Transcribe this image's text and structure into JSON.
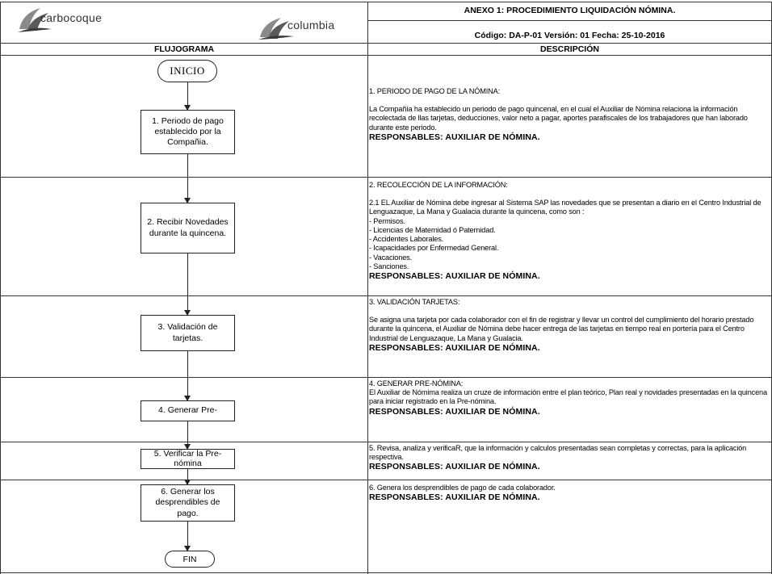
{
  "header": {
    "logo_left": "carbocoque",
    "logo_right": "columbia",
    "title": "ANEXO 1: PROCEDIMIENTO LIQUIDACIÓN NÓMINA.",
    "code": "Código: DA-P-01 Versión: 01 Fecha: 25-10-2016",
    "col_flow": "FLUJOGRAMA",
    "col_desc": "DESCRIPCIÓN"
  },
  "flow": {
    "start": "INICIO",
    "end": "FIN",
    "steps": [
      "1. Periodo de pago establecido por la Compañia.",
      "2. Recibir Novedades durante la quincena.",
      "3. Validación de tarjetas.",
      "4. Generar Pre-",
      "5. Verificar la  Pre-nómina",
      "6. Generar los desprendibles de pago."
    ]
  },
  "sections": [
    {
      "title": "1. PERIODO DE PAGO DE LA NÓMINA:",
      "body": "La Compañía ha establecido un periodo de pago quincenal, en el cual el Auxiliar de Nómina relaciona la información recolectada de llas tarjetas, deducciones, valor neto a pagar, aportes parafiscales de los trabajadores que han laborado durante este periodo.",
      "responsables": "RESPONSABLES:  AUXILIAR DE NÓMINA."
    },
    {
      "title": "2. RECOLECCIÓN DE LA INFORMACIÓN:",
      "body": "2.1 EL Auxiliar de Nómina debe ingresar al Sistema SAP las novedades  que se presentan a diario en el Centro Industrial de Lenguazaque, La Mana y Gualacia durante la quincena, como son :",
      "list": [
        "- Permisos.",
        "- Licencias de Maternidad ó Paternidad.",
        "- Accidentes Laborales.",
        "- Icapacidades por Enfermedad General.",
        "- Vacaciones.",
        "- Sanciones."
      ],
      "responsables": "RESPONSABLES:  AUXILIAR DE NÓMINA."
    },
    {
      "title": "3. VALIDACIÓN TARJETAS:",
      "body": "Se asigna una tarjeta por cada colaborador con el fin de registrar y llevar un control del cumplimiento del horario prestado durante la quincena, el Auxiliar de Nómina debe hacer entrega de las tarjetas en tiempo real en portería para el Centro Industrial de Lenguazaque, La Mana y Gualacia.",
      "responsables": "RESPONSABLES:  AUXILIAR DE NÓMINA."
    },
    {
      "title": "4. GENERAR PRE-NÓMINA:",
      "body": "El Auxiliar de Nómima realiza un cruze de información  entre el plan teórico, Plan real  y novidades presentadas en la quincena para iniciar registrado en la Pre-nómina.",
      "responsables": "RESPONSABLES:  AUXILIAR DE NÓMINA."
    },
    {
      "title": "",
      "body": "5. Revisa, analiza y verificaR, que la información y calculos presentadas sean completas y correctas, para la aplicación respectiva.",
      "responsables": "RESPONSABLES:  AUXILIAR DE NÓMINA."
    },
    {
      "title": "",
      "body": "6. Genera los desprendibles de pago de cada colaborador.",
      "responsables": "RESPONSABLES:  AUXILIAR DE NÓMINA."
    }
  ]
}
